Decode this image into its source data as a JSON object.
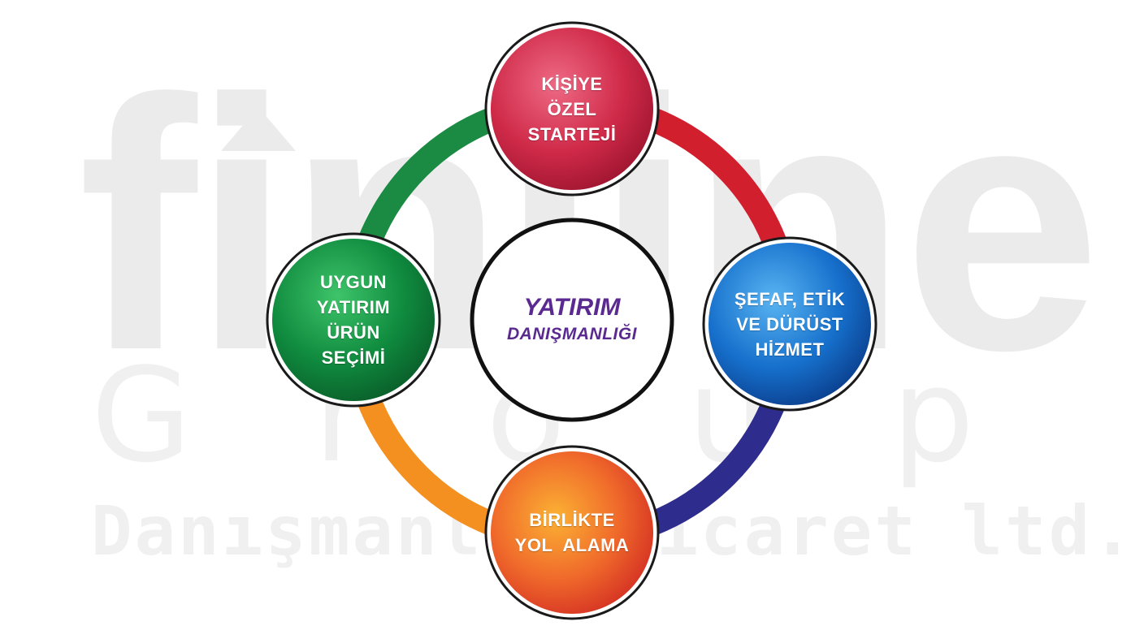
{
  "watermark": {
    "logo": "finline",
    "word": "Group",
    "sub": "Danışmanlık Ticaret ltd."
  },
  "center": {
    "line1": "YATIRIM",
    "line2": "DANIŞMANLIĞI",
    "color": "#5b2a91"
  },
  "nodes": [
    {
      "id": "top",
      "lines": [
        "KİŞİYE",
        "ÖZEL",
        "STARTEJİ"
      ],
      "color": "#c8253f"
    },
    {
      "id": "right",
      "lines": [
        "ŞEFAF, ETİK",
        "VE DÜRÜST",
        "HİZMET"
      ],
      "color": "#1266c4"
    },
    {
      "id": "bottom",
      "lines": [
        "BİRLİKTE",
        "YOL  ALAMA"
      ],
      "color": "#e8432a"
    },
    {
      "id": "left",
      "lines": [
        "UYGUN",
        "YATIRIM",
        "ÜRÜN",
        "SEÇİMİ"
      ],
      "color": "#0e8a3c"
    }
  ],
  "ring_colors": {
    "top_right": "#d21f2e",
    "right_bottom": "#2e2c8c",
    "bottom_left": "#f39020",
    "left_top": "#1b8b44"
  }
}
